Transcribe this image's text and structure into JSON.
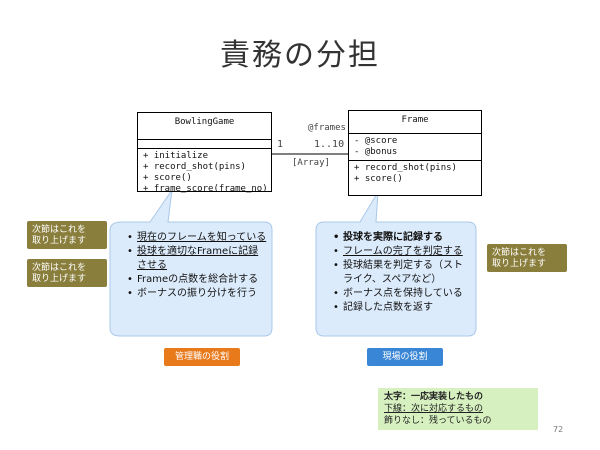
{
  "title": "責務の分担",
  "bowling_class": {
    "name": "BowlingGame",
    "methods": [
      "+ initialize",
      "+ record_shot(pins)",
      "+ score()",
      "+ frame_score(frame_no)"
    ]
  },
  "frame_class": {
    "name": "Frame",
    "attributes": [
      "- @score",
      "- @bonus"
    ],
    "methods": [
      "+ record_shot(pins)",
      "+ score()"
    ]
  },
  "association": {
    "role": "@frames",
    "left_mult": "1",
    "right_mult": "1..10",
    "type": "[Array]"
  },
  "left_bubble": {
    "items": [
      {
        "text": "現在のフレームを知っている",
        "style": "u"
      },
      {
        "text": "投球を適切なFrameに記録させる",
        "style": "u"
      },
      {
        "text": "Frameの点数を総合計する",
        "style": ""
      },
      {
        "text": "ボーナスの振り分けを行う",
        "style": ""
      }
    ]
  },
  "right_bubble": {
    "items": [
      {
        "text": "投球を実際に記録する",
        "style": "b"
      },
      {
        "text": "フレームの完了を判定する",
        "style": "u"
      },
      {
        "text": "投球結果を判定する（ストライク、スペアなど）",
        "style": ""
      },
      {
        "text": "ボーナス点を保持している",
        "style": ""
      },
      {
        "text": "記録した点数を返す",
        "style": ""
      }
    ]
  },
  "notes": {
    "left_1": "次節はこれを\n取り上げます",
    "left_2": "次節はこれを\n取り上げます",
    "right_1": "次節はこれを\n取り上げます"
  },
  "labels": {
    "manager": "管理職の役割",
    "field": "現場の役割"
  },
  "legend": {
    "line1": "太字：一応実装したもの",
    "line2": "下線：次に対応するもの",
    "line3": "飾りなし：残っているもの"
  },
  "page_number": "72",
  "colors": {
    "bubble_fill": "#dcebfb",
    "bubble_stroke": "#a9c8ea",
    "note": "#8a7e3c",
    "manager_btn": "#e87a1c",
    "field_btn": "#3a86d6",
    "legend_bg": "#d6f0c0"
  }
}
